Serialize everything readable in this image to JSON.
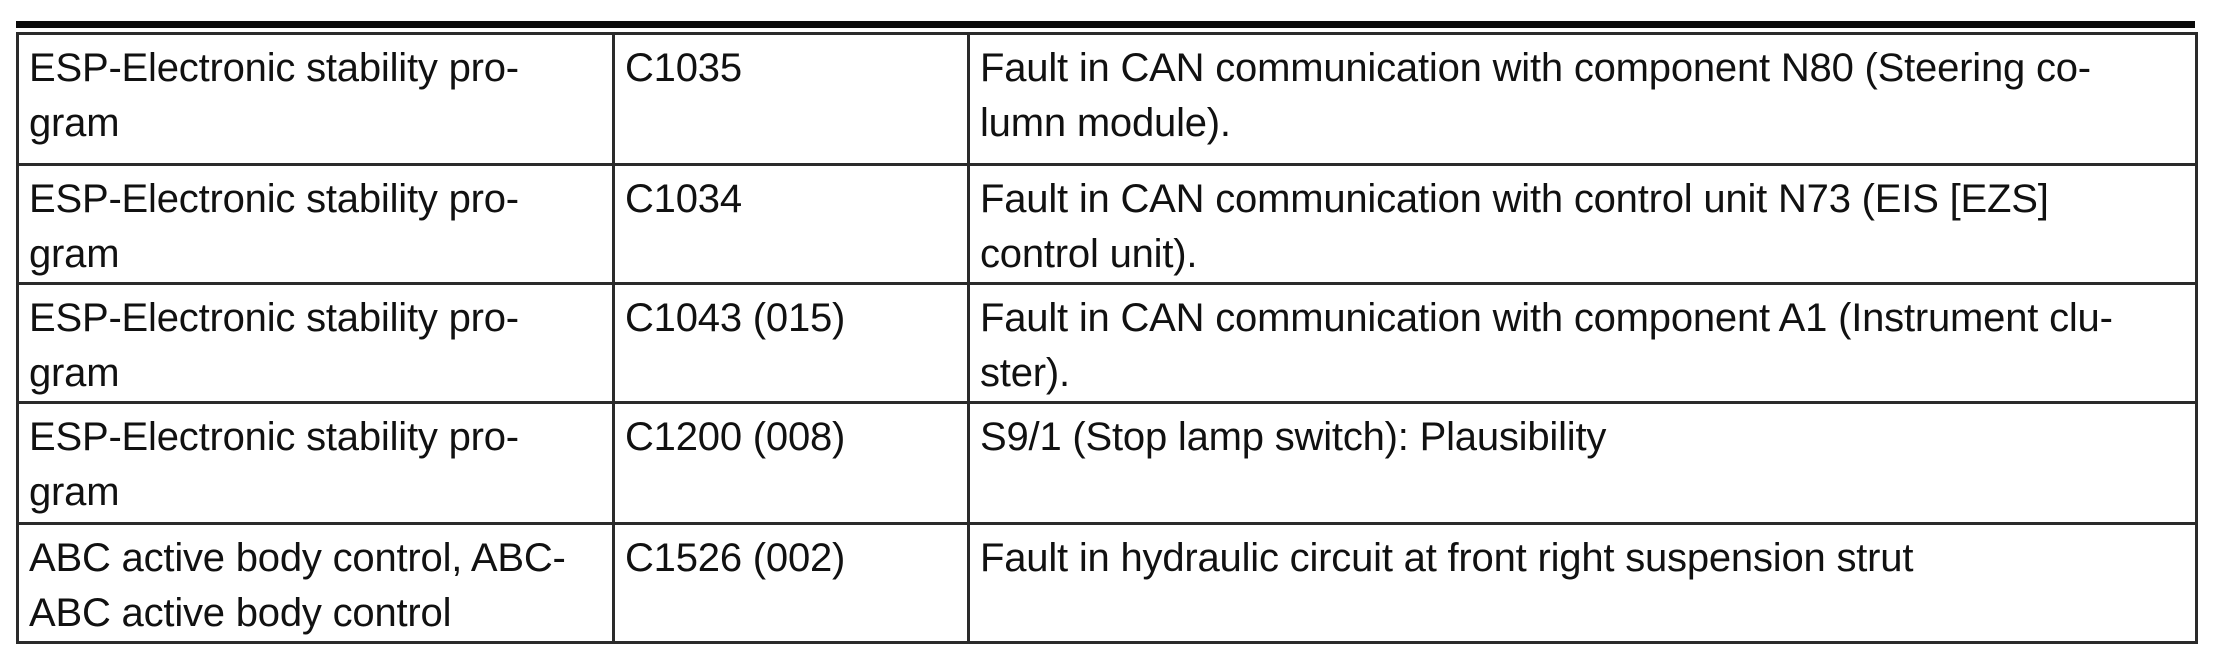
{
  "document": {
    "type": "fault-code-table",
    "top_rule": true,
    "colors": {
      "text": "#111111",
      "border": "#2a2a2a",
      "rule": "#0a0a0a",
      "background": "#ffffff"
    }
  },
  "table": {
    "columns": [
      "system",
      "code",
      "description"
    ],
    "rows": [
      {
        "system_lines": [
          "ESP-Electronic stability pro-",
          "gram"
        ],
        "system": "ESP-Electronic stability pro-gram",
        "code": "C1035",
        "description_lines": [
          "Fault in CAN communication with component N80 (Steering co-",
          "lumn module)."
        ],
        "description": "Fault in CAN communication with component N80 (Steering column module)."
      },
      {
        "system_lines": [
          "ESP-Electronic stability pro-",
          "gram"
        ],
        "system": "ESP-Electronic stability pro-gram",
        "code": "C1034",
        "description_lines": [
          "Fault in CAN communication with control unit N73 (EIS [EZS]",
          "control unit)."
        ],
        "description": "Fault in CAN communication with control unit N73 (EIS [EZS] control unit)."
      },
      {
        "system_lines": [
          "ESP-Electronic stability pro-",
          "gram"
        ],
        "system": "ESP-Electronic stability pro-gram",
        "code": "C1043 (015)",
        "description_lines": [
          "Fault in CAN communication with component A1 (Instrument clu-",
          "ster)."
        ],
        "description": "Fault in CAN communication with component A1 (Instrument cluster)."
      },
      {
        "system_lines": [
          "ESP-Electronic stability pro-",
          "gram"
        ],
        "system": "ESP-Electronic stability pro-gram",
        "code": "C1200 (008)",
        "description_lines": [
          "S9/1 (Stop lamp switch): Plausibility",
          ""
        ],
        "description": "S9/1 (Stop lamp switch): Plausibility"
      },
      {
        "system_lines": [
          "ABC active body control, ABC-",
          "ABC active body control"
        ],
        "system": "ABC active body control, ABC-ABC active body control",
        "code": "C1526 (002)",
        "description_lines": [
          "Fault in hydraulic circuit at front right suspension strut",
          ""
        ],
        "description": "Fault in hydraulic circuit at front right suspension strut"
      }
    ]
  }
}
